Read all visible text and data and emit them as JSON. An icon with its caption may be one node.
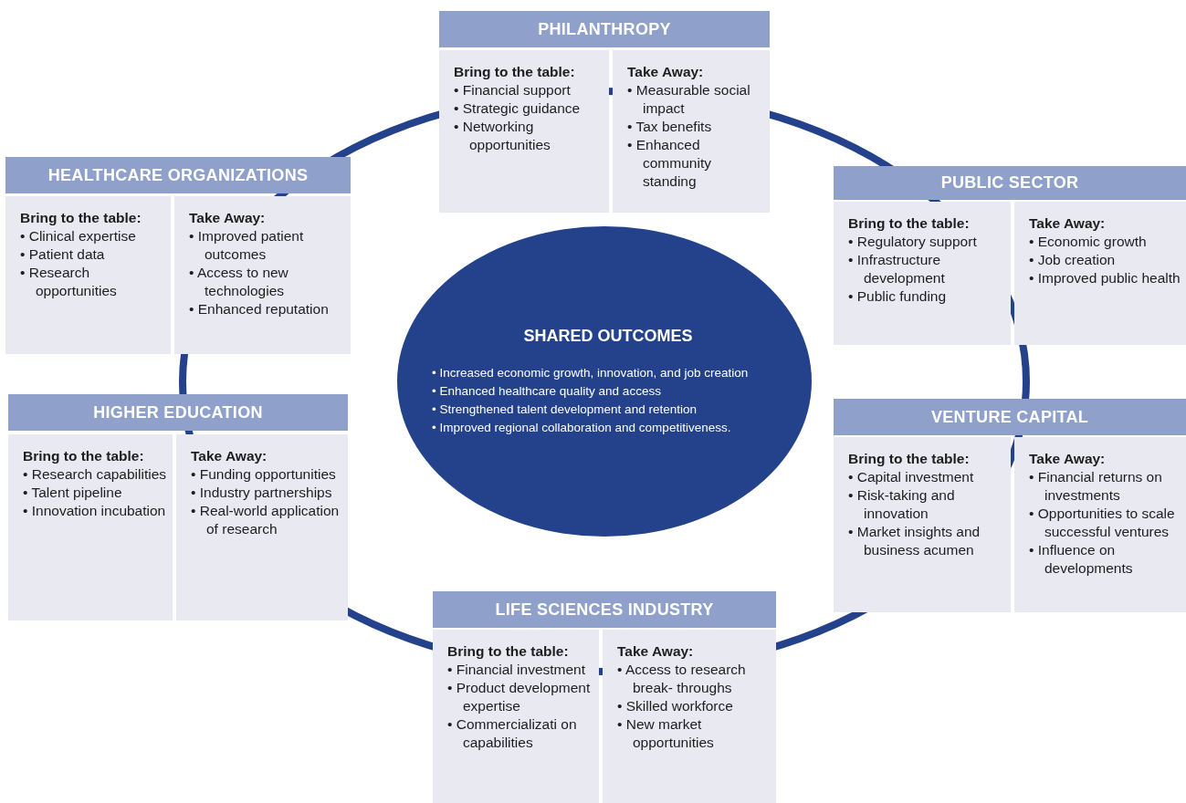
{
  "diagram": {
    "nodes": [
      {
        "text": [
          "PHILANTHROPY"
        ]
      },
      {
        "text": [
          "Bring to the table:",
          "• Financial support",
          "• Strategic guidance",
          "• Networking opportunities"
        ]
      },
      {
        "text": [
          "Take Away:",
          "• Measurable social impact",
          "• Tax benefits",
          "• Enhanced community standing"
        ]
      },
      {
        "text": [
          "HEALTHCARE ORGANIZATIONS"
        ]
      },
      {
        "text": [
          "Bring to the table:",
          "• Clinical expertise",
          "• Patient data",
          "• Research opportunities"
        ]
      },
      {
        "text": [
          "Take Away:",
          "• Improved patient outcomes",
          "• Access to new technologies",
          "• Enhanced reputation"
        ]
      },
      {
        "text": [
          "PUBLIC SECTOR"
        ]
      },
      {
        "text": [
          "Bring to the table:",
          "• Regulatory support",
          "• Infrastructure development",
          "• Public funding"
        ]
      },
      {
        "text": [
          "Take Away:",
          "• Economic growth",
          "• Job creation",
          "• Improved public health"
        ]
      },
      {
        "text": [
          "SHARED OUTCOMES",
          "• Increased economic growth, innovation, and job creation",
          "• Enhanced healthcare quality and access",
          "• Strengthened talent development and retention",
          "• Improved regional collaboration and competitiveness."
        ]
      },
      {
        "text": [
          "HIGHER EDUCATION"
        ]
      },
      {
        "text": [
          "Bring to the table:",
          "• Research capabilities",
          "• Talent pipeline",
          "• Innovation incubation"
        ]
      },
      {
        "text": [
          "Take Away:",
          "• Funding opportunities",
          "• Industry partnerships",
          "• Real-world application of research"
        ]
      },
      {
        "text": [
          "VENTURE CAPITAL"
        ]
      },
      {
        "text": [
          "Bring to the table:",
          "• Capital investment",
          "• Risk-taking and innovation",
          "• Market insights and business acumen"
        ]
      },
      {
        "text": [
          "Take Away:",
          "• Financial returns on investments",
          "• Opportunities to scale successful ventures",
          "• Influence on developments"
        ]
      },
      {
        "text": [
          "LIFE SCIENCES INDUSTRY"
        ]
      },
      {
        "text": [
          "Bring to the table:",
          "• Financial investment",
          "• Product development expertise",
          "• Commercializati on capabilities"
        ]
      },
      {
        "text": [
          "Take Away:",
          "• Access to research break- throughs",
          "• Skilled workforce",
          "• New market opportunities"
        ]
      }
    ],
    "edges": []
  }
}
